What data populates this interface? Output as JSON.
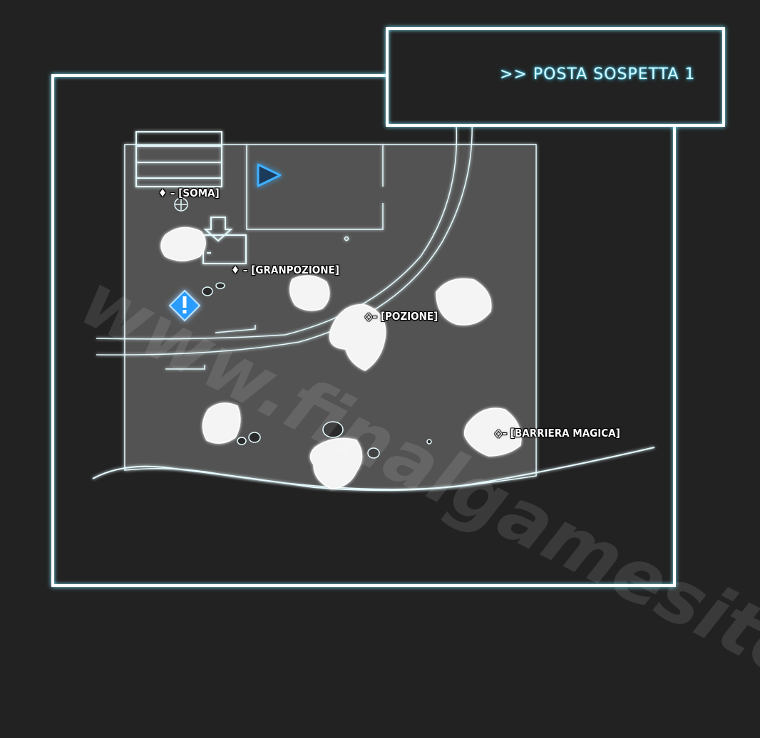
{
  "header": {
    "title": ">> POSTA SOSPETTA 1"
  },
  "markers": {
    "soma": "♦ – [SOMA]",
    "granpozione": "♦ –  [GRANPOZIONE]",
    "pozione": "◇– [POZIONE]",
    "barriera": "◇– [BARRIERA MAGICA]"
  },
  "icons": {
    "start": "start-arrow-icon",
    "alert": "exclamation-icon",
    "exit": "exit-down-arrow-icon"
  },
  "colors": {
    "glow": "#7fe8ff",
    "area": "#525252",
    "background": "#222222",
    "accent": "#1e90ff"
  },
  "watermark": "www.finalgamesite.it"
}
